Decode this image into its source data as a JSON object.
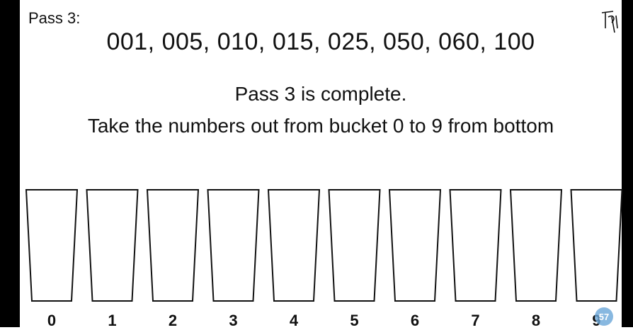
{
  "slide": {
    "pass_title": "Pass 3:",
    "numbers_line": "001,  005,  010,  015,  025,  050,  060,  100",
    "message_line1": "Pass 3 is complete.",
    "message_line2": "Take the numbers out from bucket 0 to 9 from bottom"
  },
  "buckets": {
    "labels": [
      "0",
      "1",
      "2",
      "3",
      "4",
      "5",
      "6",
      "7",
      "8",
      "9"
    ]
  },
  "icons": {
    "logo": "signature-logo-icon",
    "watermark": "circle-watermark-icon"
  },
  "colors": {
    "frame": "#000000",
    "background": "#ffffff",
    "watermark": "#6aa6d8"
  }
}
